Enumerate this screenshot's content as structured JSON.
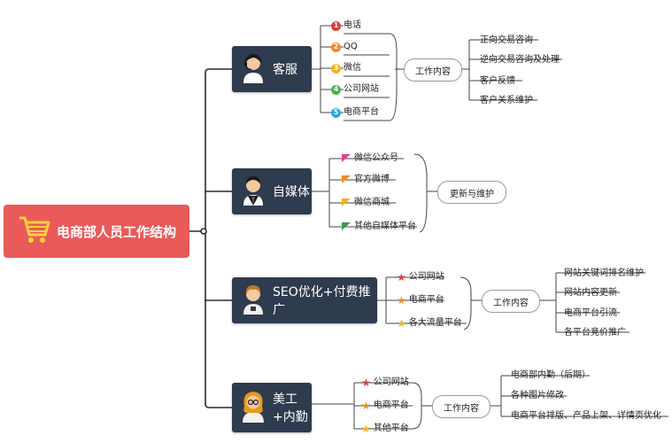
{
  "root": {
    "title": "电商部人员工作结构",
    "icon": "shopping-cart-icon",
    "color": "#ea5a5a"
  },
  "departments": [
    {
      "name": "客服",
      "avatar": "headset-agent-icon",
      "items": [
        {
          "marker": "1",
          "color": "#e03a3a",
          "label": "电话"
        },
        {
          "marker": "2",
          "color": "#f08a24",
          "label": "QQ"
        },
        {
          "marker": "3",
          "color": "#f0b323",
          "label": "微信"
        },
        {
          "marker": "4",
          "color": "#4caf50",
          "label": "公司网站"
        },
        {
          "marker": "5",
          "color": "#2aa8d8",
          "label": "电商平台"
        }
      ],
      "group": "工作内容",
      "leaves": [
        "正向交易咨询",
        "逆向交易咨询及处理",
        "客户反馈",
        "客户关系维护"
      ]
    },
    {
      "name": "自媒体",
      "avatar": "suited-person-icon",
      "items": [
        {
          "marker": "flag",
          "color": "#e0448e",
          "label": "微信公众号"
        },
        {
          "marker": "flag",
          "color": "#f08a24",
          "label": "官方微博"
        },
        {
          "marker": "flag",
          "color": "#f0b323",
          "label": "微信商城"
        },
        {
          "marker": "flag",
          "color": "#3a9a4a",
          "label": "其他自媒体平台"
        }
      ],
      "group": "更新与维护",
      "leaves": []
    },
    {
      "name": "SEO优化+付费推广",
      "avatar": "person-icon",
      "items": [
        {
          "marker": "star",
          "color": "#e03a3a",
          "label": "公司网站"
        },
        {
          "marker": "star",
          "color": "#f08a24",
          "label": "电商平台"
        },
        {
          "marker": "star",
          "color": "#f0b323",
          "label": "各大流量平台"
        }
      ],
      "group": "工作内容",
      "leaves": [
        "网站关键词排名维护",
        "网站内容更新",
        "电商平台引流",
        "各平台竞价推广"
      ]
    },
    {
      "name": "美工+内勤",
      "avatar": "glasses-person-icon",
      "items": [
        {
          "marker": "star",
          "color": "#e03a3a",
          "label": "公司网站"
        },
        {
          "marker": "star",
          "color": "#f08a24",
          "label": "电商平台"
        },
        {
          "marker": "star",
          "color": "#f0b323",
          "label": "其他平台"
        }
      ],
      "group": "工作内容",
      "leaves": [
        "电商部内勤（后期）",
        "各种图片修改",
        "电商平台排版、产品上架、详情页优化"
      ]
    }
  ]
}
